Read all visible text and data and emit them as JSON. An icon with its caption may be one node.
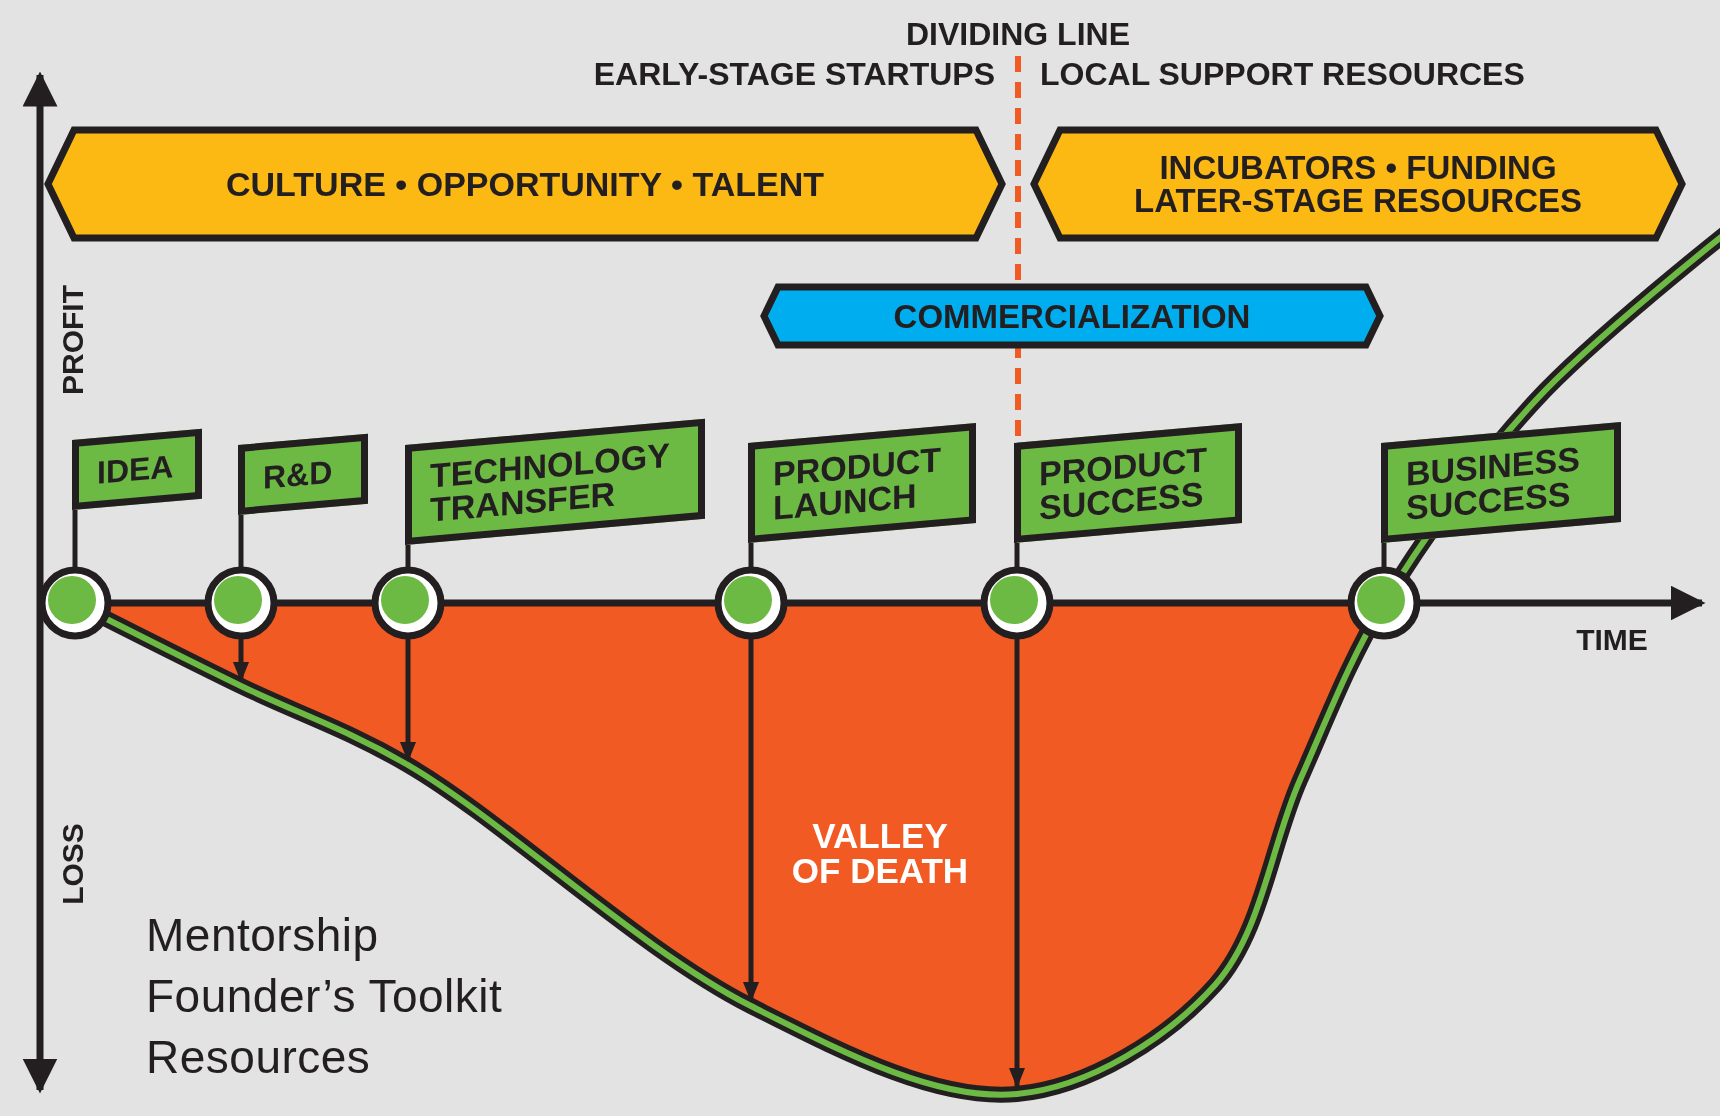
{
  "diagram": {
    "nodes": [
      {
        "text": [
          "CULTURE • OPPORTUNITY • TALENT"
        ]
      },
      {
        "text": [
          "INCUBATORS • FUNDING LATER-STAGE RESOURCES"
        ]
      },
      {
        "text": [
          "COMMERCIALIZATION"
        ]
      },
      {
        "text": [
          "IDEA"
        ]
      },
      {
        "text": [
          "R&D"
        ]
      },
      {
        "text": [
          "TECHNOLOGY TRANSFER"
        ]
      },
      {
        "text": [
          "PRODUCT LAUNCH"
        ]
      },
      {
        "text": [
          "PRODUCT SUCCESS"
        ]
      },
      {
        "text": [
          "BUSINESS SUCCESS"
        ]
      },
      {
        "text": [],
        "shape": "circle"
      },
      {
        "text": [],
        "shape": "circle"
      },
      {
        "text": [],
        "shape": "circle"
      },
      {
        "text": [],
        "shape": "circle"
      },
      {
        "text": [],
        "shape": "circle"
      },
      {
        "text": [],
        "shape": "circle"
      }
    ],
    "edges": [
      {
        "from": 9,
        "to": 3,
        "arrow": "none"
      },
      {
        "from": 10,
        "to": 4,
        "arrow": "none"
      },
      {
        "from": 11,
        "to": 5,
        "arrow": "none"
      },
      {
        "from": 12,
        "to": 6,
        "arrow": "none"
      },
      {
        "from": 13,
        "to": 7,
        "arrow": "none"
      },
      {
        "from": 14,
        "to": 8,
        "arrow": "none"
      },
      {
        "from": 10,
        "to": null,
        "arrow": "to"
      },
      {
        "from": 11,
        "to": null,
        "arrow": "to"
      },
      {
        "from": 12,
        "to": null,
        "arrow": "to"
      },
      {
        "from": 13,
        "to": null,
        "arrow": "to"
      }
    ],
    "labels": [
      "DIVIDING LINE",
      "EARLY-STAGE STARTUPS",
      "LOCAL SUPPORT RESOURCES",
      "PROFIT",
      "TIME",
      "VALLEY OF DEATH",
      "LOSS",
      "Mentorship",
      "Founder’s Toolkit",
      "Resources"
    ]
  }
}
